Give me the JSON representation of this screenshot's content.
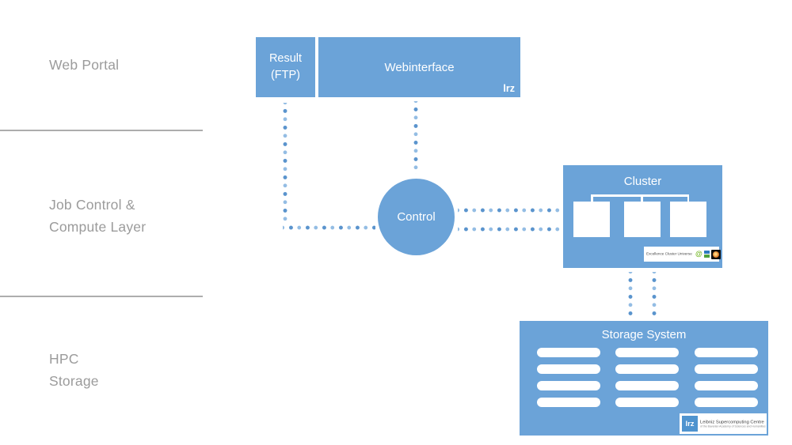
{
  "sidebar": {
    "web_portal": "Web Portal",
    "job_control": [
      "Job Control &",
      "Compute Layer"
    ],
    "hpc_storage": [
      "HPC",
      "Storage"
    ]
  },
  "nodes": {
    "result": [
      "Result",
      "(FTP)"
    ],
    "webinterface": {
      "label": "Webinterface",
      "logo_text": "lrz"
    },
    "control": "Control",
    "cluster": {
      "title": "Cluster",
      "badge_text": "Excellence Cluster Universe"
    },
    "storage": {
      "title": "Storage System",
      "badge": {
        "logo_text": "lrz",
        "name": "Leibniz Supercomputing Centre",
        "subtitle": "of the Bavarian Academy of Sciences and Humanities"
      }
    }
  },
  "colors": {
    "box_blue": "#6ba3d8",
    "dot_blue": "#94bde4",
    "dot_blue_strong": "#5b94cd",
    "label_gray": "#9b9b9b",
    "divider_gray": "#adadad",
    "lrz_blue": "#4f94cf",
    "ecu_green": "#76b82a",
    "universe_orange": "#e07b27"
  }
}
